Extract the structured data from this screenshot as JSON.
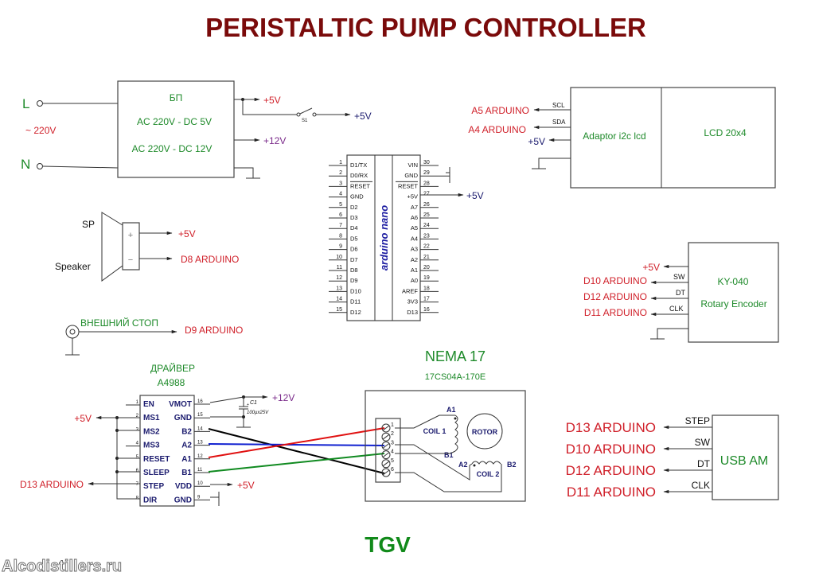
{
  "title": "PERISTALTIC PUMP CONTROLLER",
  "footer": {
    "author": "TGV",
    "watermark": "Alcodistillers.ru"
  },
  "colors": {
    "title": "#7a0a0a",
    "label_red": "#d0202a",
    "label_green": "#1e8a2a",
    "label_navy": "#1b1b6e",
    "label_purple": "#7a2a8a",
    "wire_red": "#e01010",
    "wire_blue": "#1020d0",
    "wire_green": "#108a20",
    "wire_black": "#000000"
  },
  "power_supply": {
    "input_l": "L",
    "input_n": "N",
    "input_voltage": "~ 220V",
    "name": "БП",
    "line1": "AC 220V - DC 5V",
    "line2": "AC 220V - DC 12V",
    "out_5v": "+5V",
    "out_12v": "+12V",
    "switch_label": "S1",
    "switched_5v": "+5V"
  },
  "arduino": {
    "name": "arduino nano",
    "left_pins": [
      {
        "num": "1",
        "name": "D1/TX"
      },
      {
        "num": "2",
        "name": "D0/RX"
      },
      {
        "num": "3",
        "name": "RESET"
      },
      {
        "num": "4",
        "name": "GND"
      },
      {
        "num": "5",
        "name": "D2"
      },
      {
        "num": "6",
        "name": "D3"
      },
      {
        "num": "7",
        "name": "D4"
      },
      {
        "num": "8",
        "name": "D5"
      },
      {
        "num": "9",
        "name": "D6"
      },
      {
        "num": "10",
        "name": "D7"
      },
      {
        "num": "11",
        "name": "D8"
      },
      {
        "num": "12",
        "name": "D9"
      },
      {
        "num": "13",
        "name": "D10"
      },
      {
        "num": "14",
        "name": "D11"
      },
      {
        "num": "15",
        "name": "D12"
      }
    ],
    "right_pins": [
      {
        "num": "30",
        "name": "VIN"
      },
      {
        "num": "29",
        "name": "GND"
      },
      {
        "num": "28",
        "name": "RESET"
      },
      {
        "num": "27",
        "name": "+5V"
      },
      {
        "num": "26",
        "name": "A7"
      },
      {
        "num": "25",
        "name": "A6"
      },
      {
        "num": "24",
        "name": "A5"
      },
      {
        "num": "23",
        "name": "A4"
      },
      {
        "num": "22",
        "name": "A3"
      },
      {
        "num": "21",
        "name": "A2"
      },
      {
        "num": "20",
        "name": "A1"
      },
      {
        "num": "19",
        "name": "A0"
      },
      {
        "num": "18",
        "name": "AREF"
      },
      {
        "num": "17",
        "name": "3V3"
      },
      {
        "num": "16",
        "name": "D13"
      }
    ],
    "out_5v": "+5V"
  },
  "lcd": {
    "adaptor": "Adaptor i2c lcd",
    "display": "LCD 20x4",
    "signals": [
      {
        "pin": "SCL",
        "target": "A5 ARDUINO"
      },
      {
        "pin": "SDA",
        "target": "A4 ARDUINO"
      },
      {
        "pin": "",
        "target": "+5V"
      }
    ]
  },
  "speaker": {
    "label_sp": "SP",
    "label_speaker": "Speaker",
    "plus": "+",
    "minus": "−",
    "plus_target": "+5V",
    "minus_target": "D8 ARDUINO"
  },
  "external_stop": {
    "label": "ВНЕШНИЙ СТОП",
    "target": "D9 ARDUINO"
  },
  "encoder": {
    "name": "KY-040",
    "subtitle": "Rotary Encoder",
    "signals": [
      {
        "pin": "",
        "target": "+5V"
      },
      {
        "pin": "SW",
        "target": "D10 ARDUINO"
      },
      {
        "pin": "DT",
        "target": "D12 ARDUINO"
      },
      {
        "pin": "CLK",
        "target": "D11 ARDUINO"
      }
    ]
  },
  "driver": {
    "title1": "ДРАЙВЕР",
    "title2": "A4988",
    "left_pins": [
      {
        "num": "1",
        "name": "EN"
      },
      {
        "num": "2",
        "name": "MS1"
      },
      {
        "num": "3",
        "name": "MS2"
      },
      {
        "num": "4",
        "name": "MS3"
      },
      {
        "num": "5",
        "name": "RESET"
      },
      {
        "num": "6",
        "name": "SLEEP"
      },
      {
        "num": "7",
        "name": "STEP"
      },
      {
        "num": "8",
        "name": "DIR"
      }
    ],
    "right_pins": [
      {
        "num": "16",
        "name": "VMOT"
      },
      {
        "num": "15",
        "name": "GND"
      },
      {
        "num": "14",
        "name": "B2"
      },
      {
        "num": "13",
        "name": "A2"
      },
      {
        "num": "12",
        "name": "A1"
      },
      {
        "num": "11",
        "name": "B1"
      },
      {
        "num": "10",
        "name": "VDD"
      },
      {
        "num": "9",
        "name": "GND"
      }
    ],
    "ms_5v": "+5V",
    "step_target": "D13 ARDUINO",
    "vdd_target": "+5V",
    "vmot_target": "+12V",
    "capacitor": {
      "name": "C1",
      "value": "100µx25V",
      "polarity": "+"
    }
  },
  "motor": {
    "title": "NEMA 17",
    "model": "17CS04A-170E",
    "terminals": [
      "1",
      "2",
      "3",
      "4",
      "5",
      "6"
    ],
    "coil1": "COIL 1",
    "coil2": "COIL 2",
    "rotor": "ROTOR",
    "coil1_a": "A1",
    "coil1_b": "B1",
    "coil2_a": "A2",
    "coil2_b": "B2"
  },
  "usb_am": {
    "name": "USB AM",
    "signals": [
      {
        "pin": "STEP",
        "target": "D13 ARDUINO"
      },
      {
        "pin": "SW",
        "target": "D10 ARDUINO"
      },
      {
        "pin": "DT",
        "target": "D12 ARDUINO"
      },
      {
        "pin": "CLK",
        "target": "D11 ARDUINO"
      }
    ]
  }
}
